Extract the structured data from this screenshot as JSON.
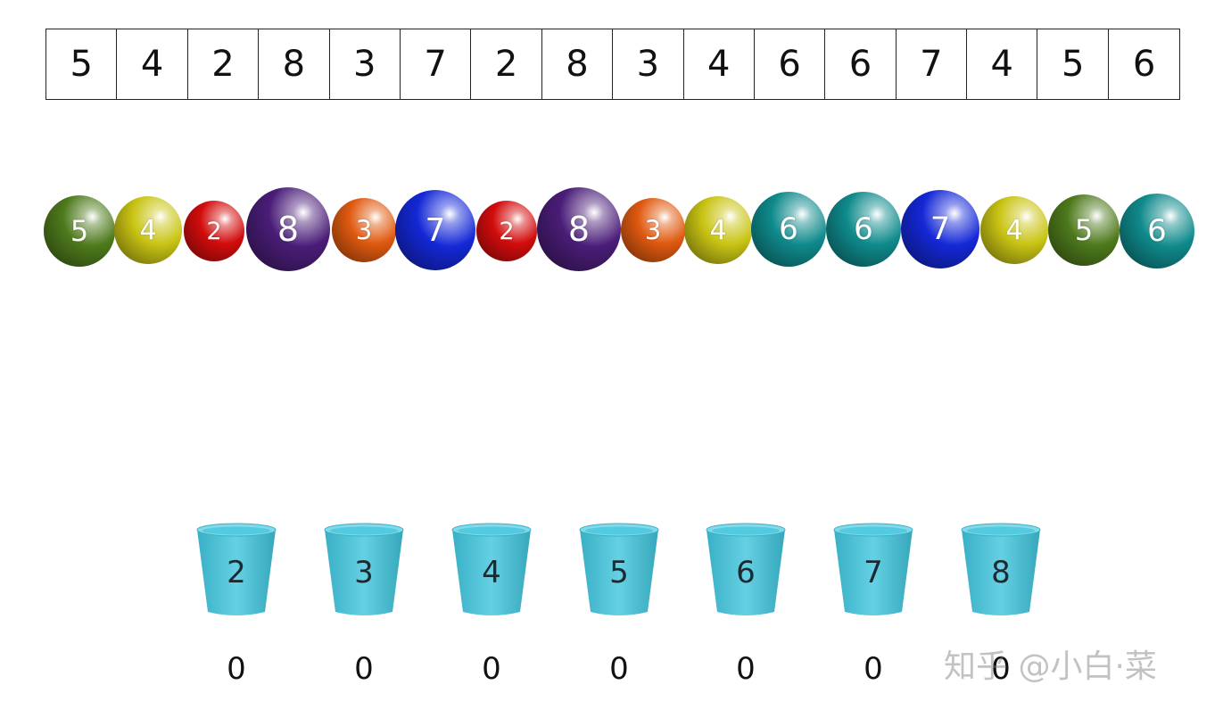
{
  "array": [
    "5",
    "4",
    "2",
    "8",
    "3",
    "7",
    "2",
    "8",
    "3",
    "4",
    "6",
    "6",
    "7",
    "4",
    "5",
    "6"
  ],
  "balls": [
    {
      "label": "5",
      "color": "#4e7a1c"
    },
    {
      "label": "4",
      "color": "#c9c414"
    },
    {
      "label": "2",
      "color": "#d20c0c"
    },
    {
      "label": "8",
      "color": "#4a1d78"
    },
    {
      "label": "3",
      "color": "#e05a10"
    },
    {
      "label": "7",
      "color": "#1428d6"
    },
    {
      "label": "2",
      "color": "#d20c0c"
    },
    {
      "label": "8",
      "color": "#4a1d78"
    },
    {
      "label": "3",
      "color": "#e05a10"
    },
    {
      "label": "4",
      "color": "#c9c414"
    },
    {
      "label": "6",
      "color": "#0f8a8c"
    },
    {
      "label": "6",
      "color": "#0f8a8c"
    },
    {
      "label": "7",
      "color": "#1428d6"
    },
    {
      "label": "4",
      "color": "#c9c414"
    },
    {
      "label": "5",
      "color": "#4e7a1c"
    },
    {
      "label": "6",
      "color": "#0f8a8c"
    }
  ],
  "buckets": [
    {
      "label": "2",
      "count": "0"
    },
    {
      "label": "3",
      "count": "0"
    },
    {
      "label": "4",
      "count": "0"
    },
    {
      "label": "5",
      "count": "0"
    },
    {
      "label": "6",
      "count": "0"
    },
    {
      "label": "7",
      "count": "0"
    },
    {
      "label": "8",
      "count": "0"
    }
  ],
  "bucket_color": "#3fc4dc",
  "watermark": "知乎 @小白·菜"
}
